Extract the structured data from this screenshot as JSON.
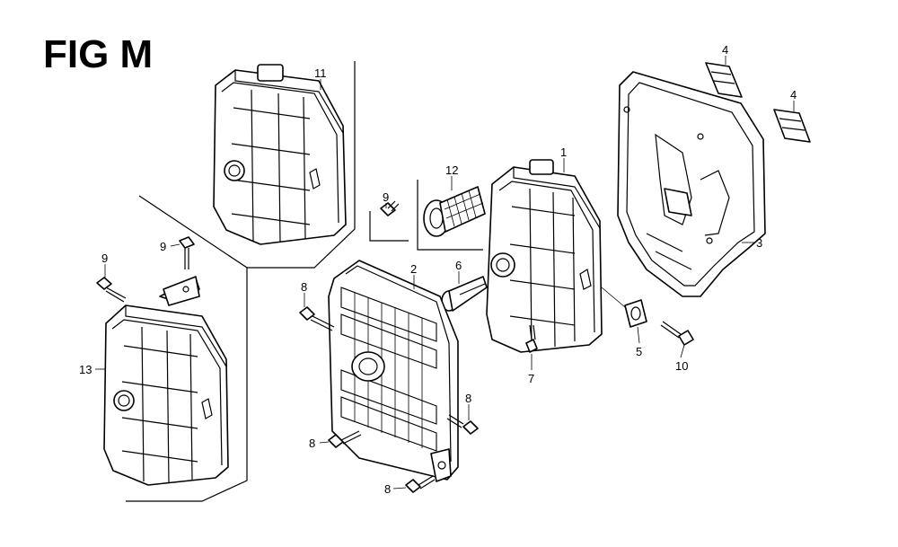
{
  "figure": {
    "title": "FIG M"
  },
  "callouts": [
    {
      "id": "c11",
      "label": "11"
    },
    {
      "id": "c12",
      "label": "12"
    },
    {
      "id": "c9a",
      "label": "9"
    },
    {
      "id": "c9b",
      "label": "9"
    },
    {
      "id": "c9c",
      "label": "9"
    },
    {
      "id": "c1",
      "label": "1"
    },
    {
      "id": "c2",
      "label": "2"
    },
    {
      "id": "c3",
      "label": "3"
    },
    {
      "id": "c4a",
      "label": "4"
    },
    {
      "id": "c4b",
      "label": "4"
    },
    {
      "id": "c5",
      "label": "5"
    },
    {
      "id": "c6",
      "label": "6"
    },
    {
      "id": "c7",
      "label": "7"
    },
    {
      "id": "c8a",
      "label": "8"
    },
    {
      "id": "c8b",
      "label": "8"
    },
    {
      "id": "c8c",
      "label": "8"
    },
    {
      "id": "c8d",
      "label": "8"
    },
    {
      "id": "c10",
      "label": "10"
    },
    {
      "id": "c13",
      "label": "13"
    }
  ]
}
